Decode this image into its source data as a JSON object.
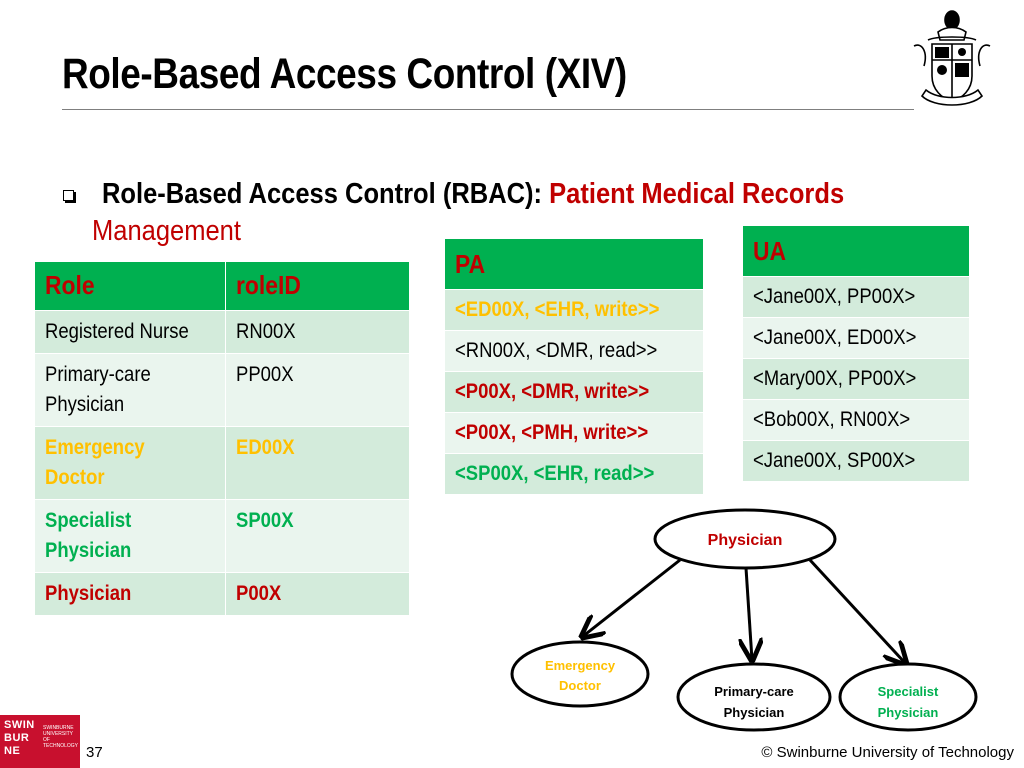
{
  "slide": {
    "title": "Role-Based Access Control (XIV)",
    "bullet": {
      "bold_text": "Role-Based Access Control (RBAC):",
      "red_text_line1": "Patient Medical Records",
      "red_text_line2": "Management"
    }
  },
  "role_table": {
    "headers": [
      "Role",
      "roleID"
    ],
    "rows": [
      {
        "role_line1": "Registered Nurse",
        "role_line2": "",
        "id": "RN00X",
        "style": "normal"
      },
      {
        "role_line1": "Primary-care",
        "role_line2": "Physician",
        "id": "PP00X",
        "style": "normal"
      },
      {
        "role_line1": "Emergency",
        "role_line2": "Doctor",
        "id": "ED00X",
        "style": "orange"
      },
      {
        "role_line1": "Specialist",
        "role_line2": "Physician",
        "id": "SP00X",
        "style": "green"
      },
      {
        "role_line1": "Physician",
        "role_line2": "",
        "id": "P00X",
        "style": "red"
      }
    ]
  },
  "pa_table": {
    "header": "PA",
    "rows": [
      {
        "text": "<ED00X, <EHR, write>>",
        "style": "orange"
      },
      {
        "text": "<RN00X, <DMR, read>>",
        "style": "normal"
      },
      {
        "text": "<P00X, <DMR, write>>",
        "style": "red"
      },
      {
        "text": "<P00X, <PMH, write>>",
        "style": "red"
      },
      {
        "text": "<SP00X, <EHR, read>>",
        "style": "green"
      }
    ]
  },
  "ua_table": {
    "header": "UA",
    "rows": [
      "<Jane00X, PP00X>",
      "<Jane00X, ED00X>",
      "<Mary00X, PP00X>",
      "<Bob00X, RN00X>",
      "<Jane00X, SP00X>"
    ]
  },
  "hierarchy": {
    "root": "Physician",
    "children": [
      {
        "line1": "Emergency",
        "line2": "Doctor",
        "color": "#ffc000"
      },
      {
        "line1": "Primary-care",
        "line2": "Physician",
        "color": "#000000"
      },
      {
        "line1": "Specialist",
        "line2": "Physician",
        "color": "#00b050"
      }
    ],
    "root_color": "#c00000"
  },
  "footer": {
    "logo_text": [
      "SWIN",
      "BUR",
      "NE"
    ],
    "logo_small": "SWINBURNE UNIVERSITY OF TECHNOLOGY",
    "page_number": "37",
    "copyright": "© Swinburne University of Technology"
  },
  "colors": {
    "header_green": "#00b050",
    "accent_red": "#c00000",
    "orange": "#ffc000",
    "row_light": "#eaf5ee",
    "row_mid": "#d3ebdb",
    "logo_red": "#c8102e"
  }
}
